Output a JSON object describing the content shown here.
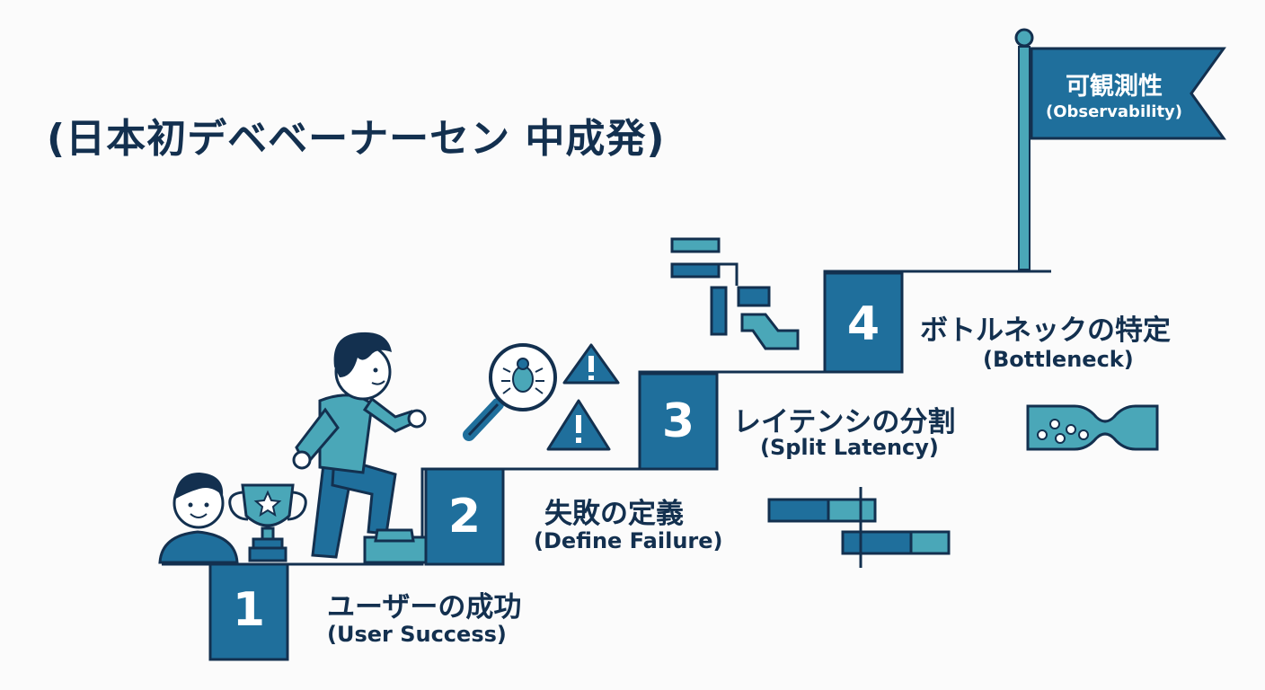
{
  "title": "(日本初デベベーナーセン 中成発)",
  "goal": {
    "label_jp": "可観測性",
    "label_en": "(Observability)"
  },
  "steps": [
    {
      "number": "1",
      "label_jp": "ユーザーの成功",
      "label_en": "(User Success)"
    },
    {
      "number": "2",
      "label_jp": "失敗の定義",
      "label_en": "(Define Failure)"
    },
    {
      "number": "3",
      "label_jp": "レイテンシの分割",
      "label_en": "(Split Latency)"
    },
    {
      "number": "4",
      "label_jp": "ボトルネックの特定",
      "label_en": "(Bottleneck)"
    }
  ],
  "colors": {
    "dark": "#13304f",
    "primary": "#1f6f9c",
    "light": "#4aa7b8",
    "background": "#fbfbfb"
  }
}
